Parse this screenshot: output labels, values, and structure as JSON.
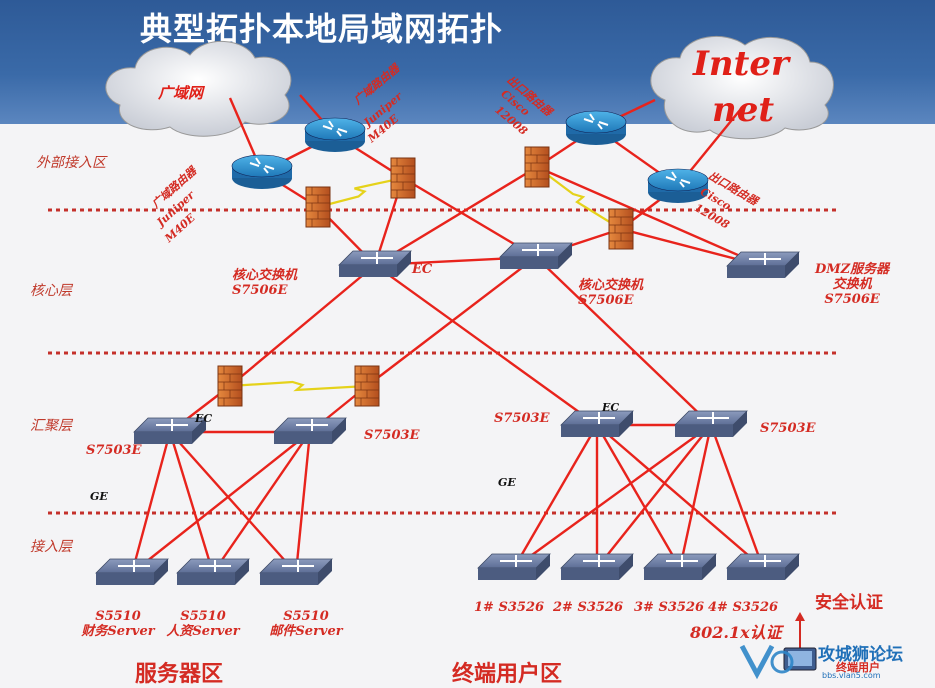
{
  "title": "典型拓扑本地局域网拓扑",
  "zones": {
    "external": "外部接入区",
    "core": "核心层",
    "aggregation": "汇聚层",
    "access": "接入层"
  },
  "clouds": {
    "wan": "广域网",
    "internet_line1": "Inter",
    "internet_line2": "net"
  },
  "routers": {
    "wan_router_top": {
      "line1": "广域路由器",
      "line2": "Juniper",
      "line3": "M40E"
    },
    "wan_router_left": {
      "line1": "广域路由器",
      "line2": "Juniper",
      "line3": "M40E"
    },
    "exit_router_top": {
      "line1": "出口路由器",
      "line2": "Cisco",
      "line3": "12008"
    },
    "exit_router_right": {
      "line1": "出口路由器",
      "line2": "Cisco",
      "line3": "12008"
    }
  },
  "core": {
    "left": {
      "line1": "核心交换机",
      "line2": "S7506E"
    },
    "right": {
      "line1": "核心交换机",
      "line2": "S7506E"
    },
    "dmz": {
      "line1": "DMZ服务器",
      "line2": "交换机",
      "line3": "S7506E"
    },
    "ec": "EC"
  },
  "aggregation": {
    "left1": "S7503E",
    "left2": "S7503E",
    "right1": "S7503E",
    "right2": "S7503E",
    "ec_left": "EC",
    "ec_right": "EC"
  },
  "ge_left": "GE",
  "ge_right": "GE",
  "servers": [
    {
      "model": "S5510",
      "role": "财务Server"
    },
    {
      "model": "S5510",
      "role": "人资Server"
    },
    {
      "model": "S5510",
      "role": "邮件Server"
    }
  ],
  "access_switches": [
    "1# S3526",
    "2# S3526",
    "3# S3526",
    "4# S3526"
  ],
  "auth": {
    "security": "安全认证",
    "dot1x": "802.1x认证",
    "terminal_user": "终端用户"
  },
  "areas": {
    "server": "服务器区",
    "terminal": "终端用户区"
  },
  "watermark": {
    "forum": "攻城狮论坛",
    "url": "bbs.vlan5.com"
  },
  "colors": {
    "header": "#3a6aa8",
    "link": "#e8231c",
    "label": "#d42b23",
    "device": "#5a6e96",
    "firewall": "#d26a2a"
  }
}
